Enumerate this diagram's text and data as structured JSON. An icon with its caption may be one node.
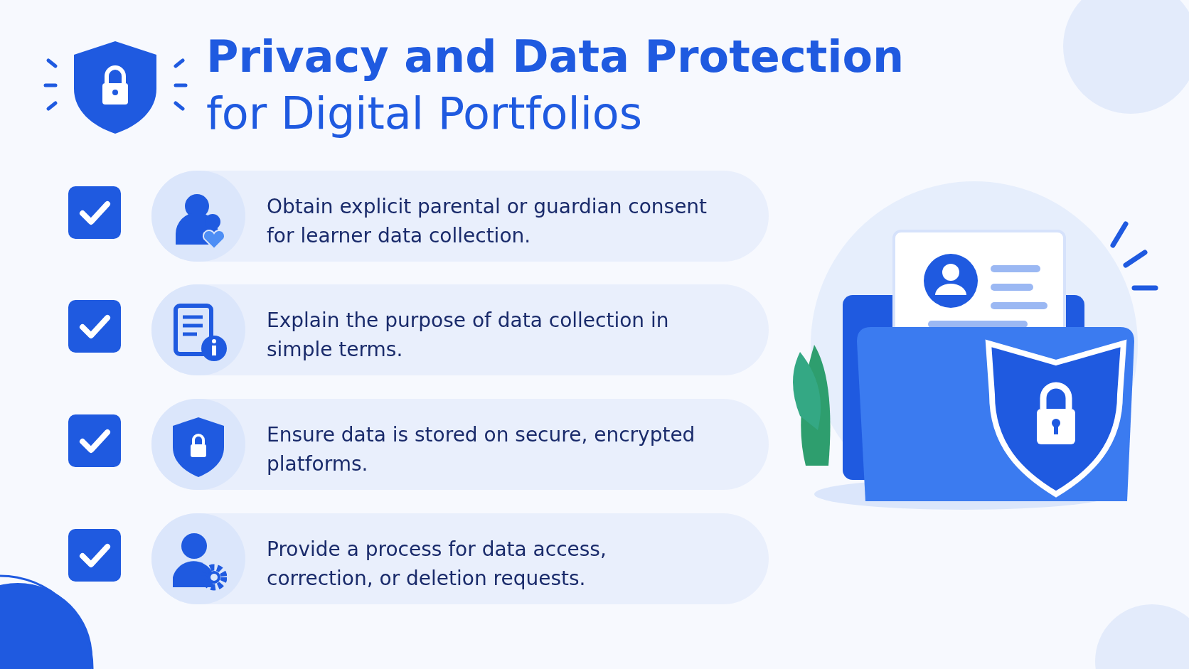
{
  "diagram": {
    "title": "**Privacy and Data Protection** for Digital Portfolios",
    "nodes": [
      {
        "text": [
          "Obtain explicit parental or guardian consent for learner data collection."
        ]
      },
      {
        "text": [
          "Explain the purpose of data collection in simple terms."
        ]
      },
      {
        "text": [
          "Ensure data is stored on secure, encrypted platforms."
        ]
      },
      {
        "text": [
          "Provide a process for data access, correction, or deletion requests."
        ]
      }
    ]
  }
}
